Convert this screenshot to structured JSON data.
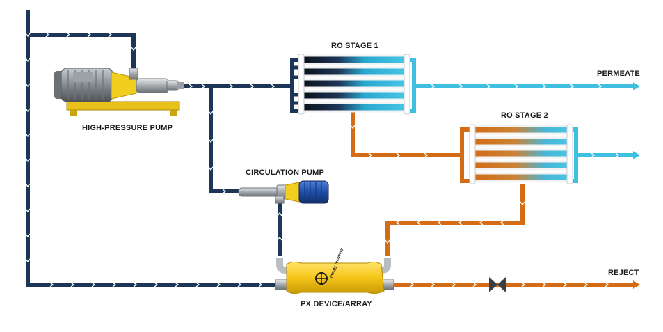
{
  "labels": {
    "ro_stage_1": "RO STAGE 1",
    "ro_stage_2": "RO STAGE 2",
    "permeate": "PERMEATE",
    "reject": "REJECT",
    "high_pressure_pump": "HIGH-PRESSURE PUMP",
    "circulation_pump": "CIRCULATION PUMP",
    "px_device": "PX DEVICE/ARRAY",
    "px_logo_text": "energy recovery"
  },
  "colors": {
    "feed_pipe": "#1d3557",
    "permeate_pipe": "#3fc0e0",
    "reject_pipe": "#d36c14",
    "arrow": "#ffffff",
    "px_body": "#f5c518",
    "pump_base": "#e8c21a",
    "motor_gray": "#8c9196",
    "circ_motor_blue": "#1f4ea8"
  }
}
